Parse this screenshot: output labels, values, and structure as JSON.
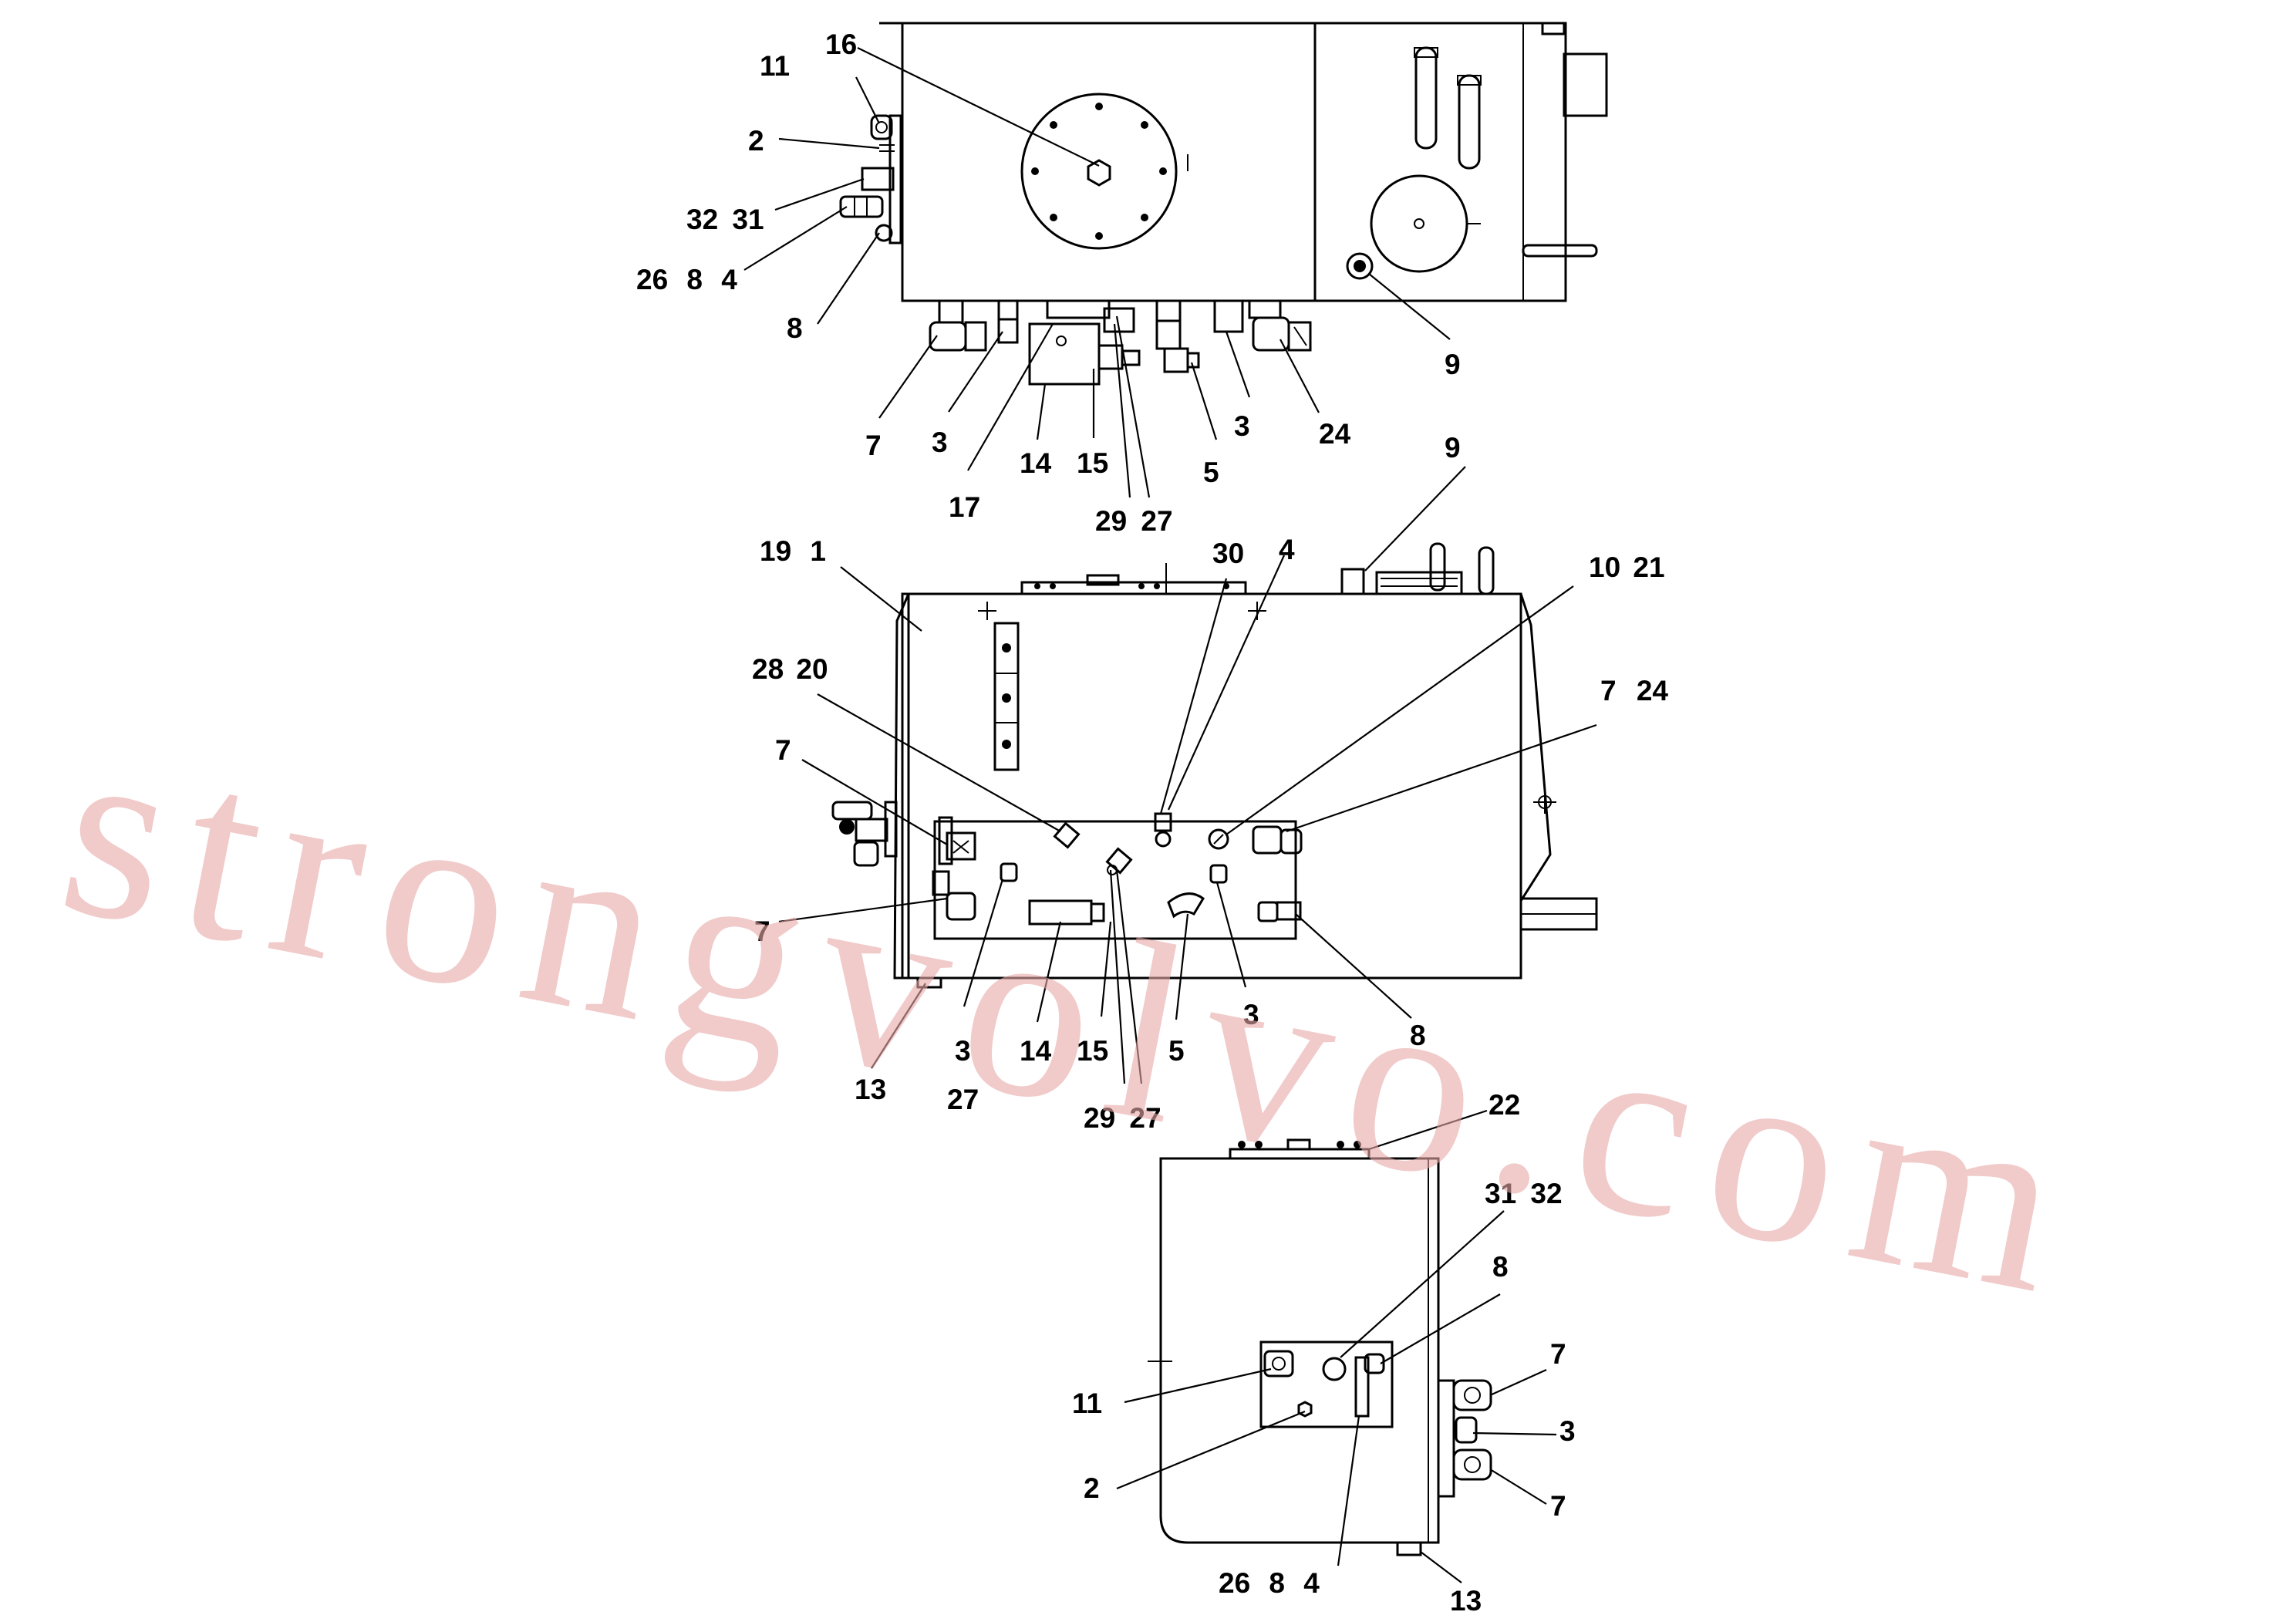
{
  "watermark": "strongvolvo.com",
  "callouts": {
    "top": {
      "c11": "11",
      "c16": "16",
      "c2": "2",
      "c32_31": "32 31",
      "c26_8_4": "26 8 4",
      "c8": "8",
      "c9": "9",
      "c7": "7",
      "c3a": "3",
      "c17": "17",
      "c14": "14",
      "c15": "15",
      "c29_27": "29 27",
      "c5": "5",
      "c3b": "3",
      "c24": "24"
    },
    "front": {
      "c19_1": "19 1",
      "c9": "9",
      "c30": "30",
      "c4": "4",
      "c10_21": "10 21",
      "c28_20": "28 20",
      "c7_24": "7 24",
      "c7a": "7",
      "c7b": "7",
      "c3a": "3",
      "c14": "14",
      "c15": "15",
      "c5": "5",
      "c3b": "3",
      "c8": "8",
      "c13": "13",
      "c27": "27",
      "c29_27": "29 27"
    },
    "side": {
      "c22": "22",
      "c31_32": "31 32",
      "c8": "8",
      "c11": "11",
      "c7a": "7",
      "c3": "3",
      "c2": "2",
      "c7b": "7",
      "c26_8_4": "26 8 4",
      "c13": "13"
    }
  }
}
